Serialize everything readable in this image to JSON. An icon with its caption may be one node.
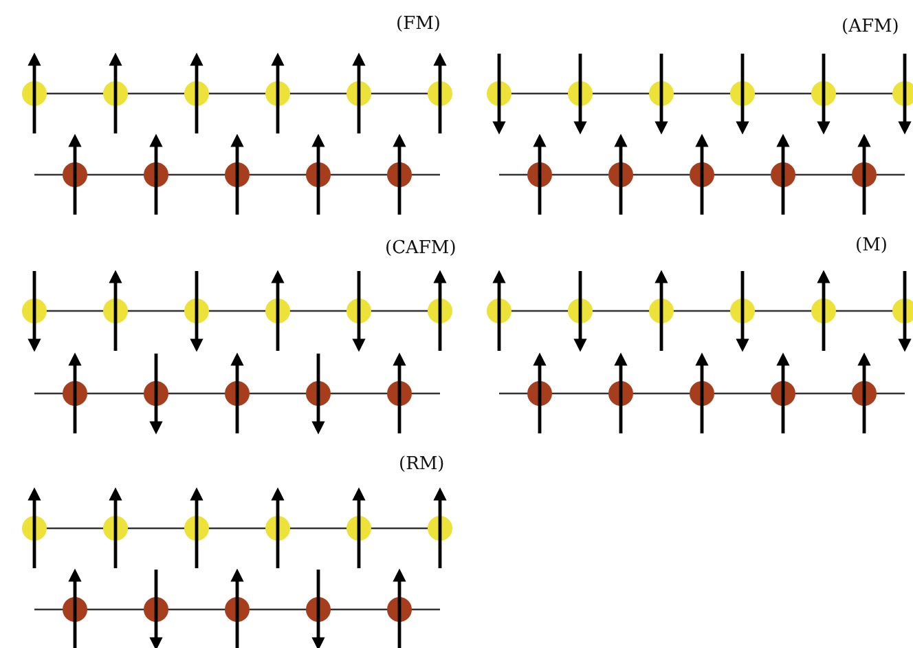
{
  "diagram": {
    "labels": [
      "(FM)",
      "(AFM)",
      "(CAFM)",
      "(M)",
      "(RM)"
    ]
  }
}
